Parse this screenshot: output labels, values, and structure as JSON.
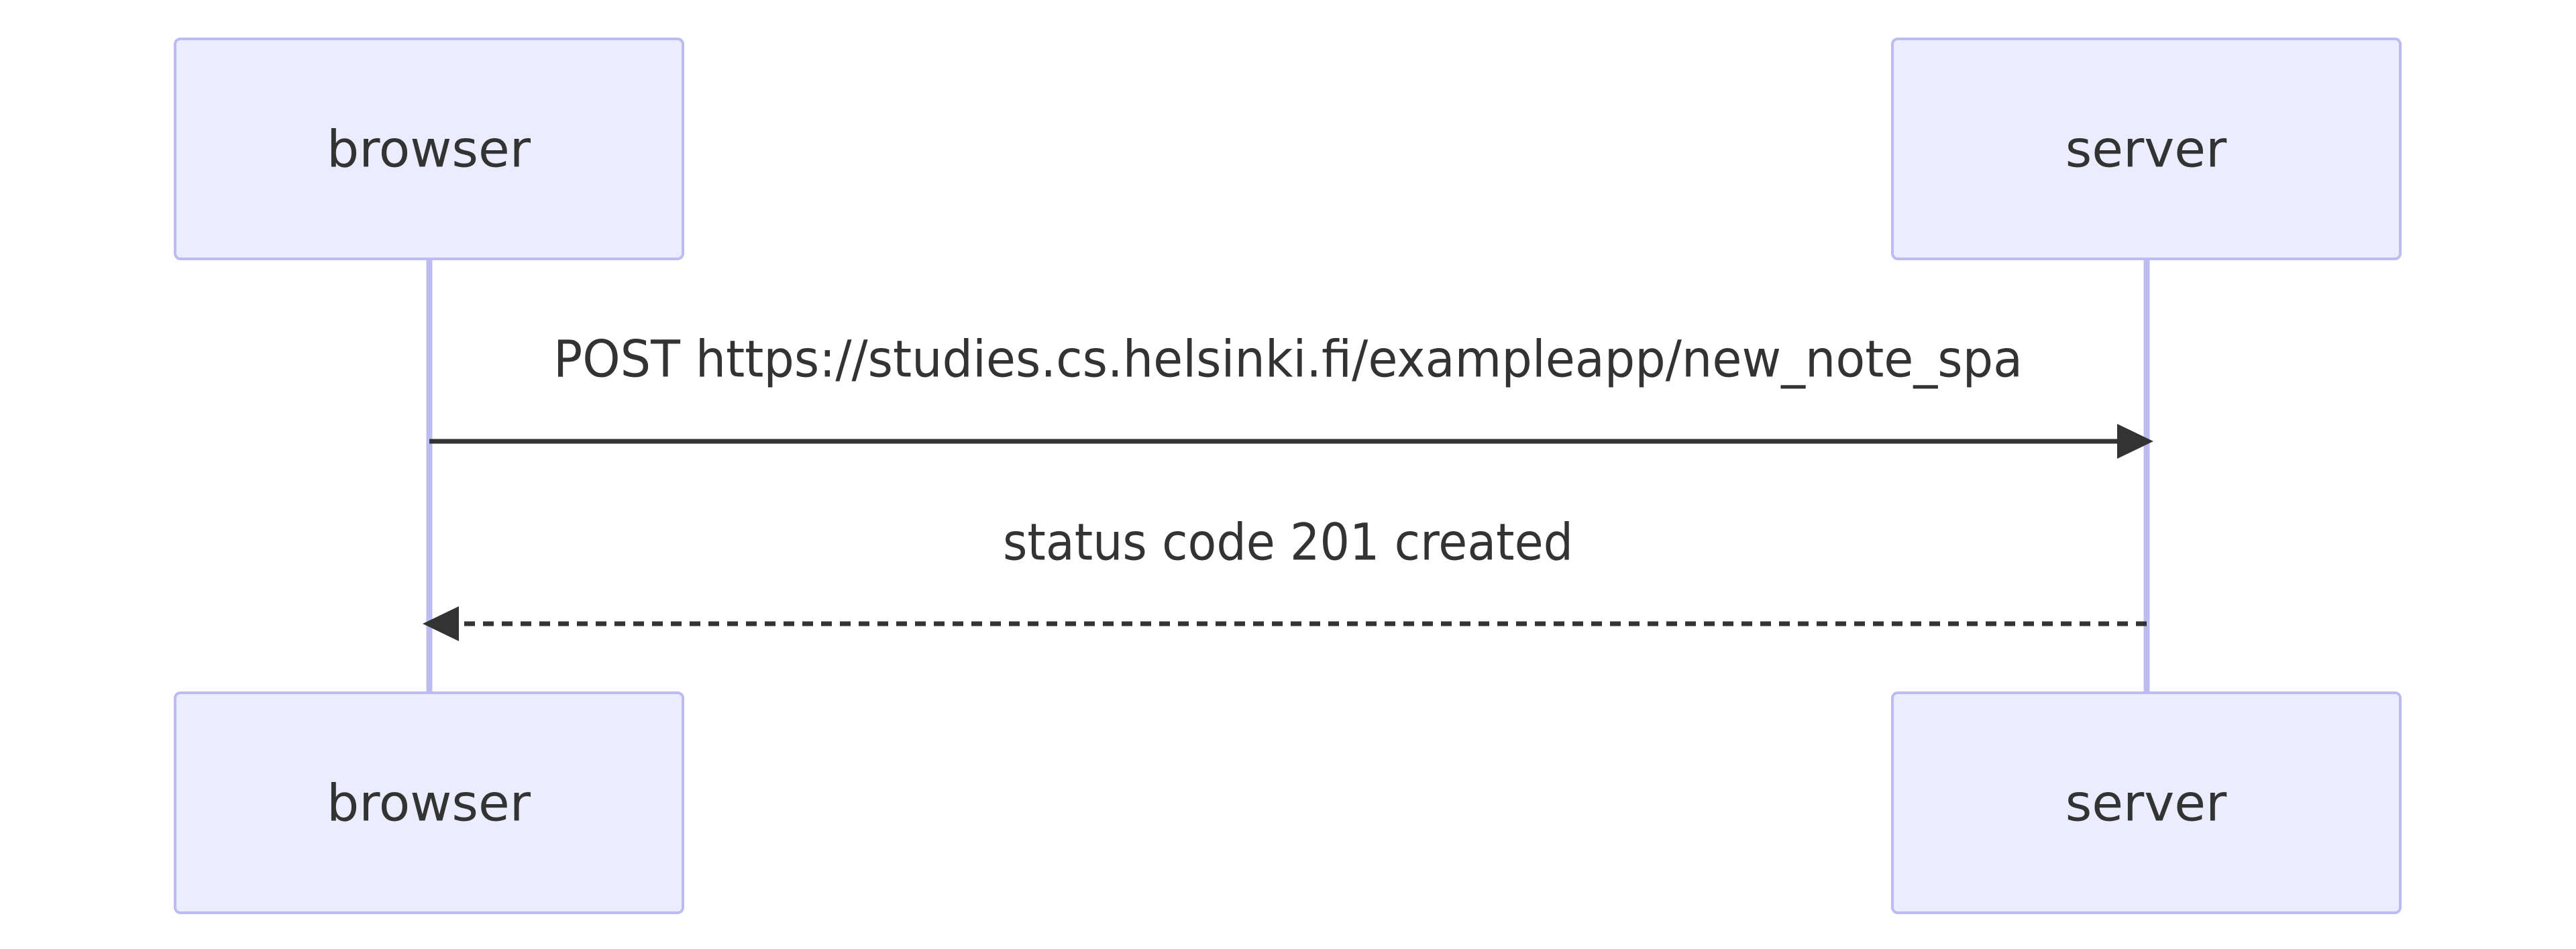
{
  "actors": {
    "browser": {
      "label": "browser"
    },
    "server": {
      "label": "server"
    }
  },
  "messages": [
    {
      "from": "browser",
      "to": "server",
      "text": "POST https://studies.cs.helsinki.fi/exampleapp/new_note_spa",
      "style": "solid"
    },
    {
      "from": "server",
      "to": "browser",
      "text": "status code 201 created",
      "style": "dashed"
    }
  ],
  "colors": {
    "actor_fill": "#ececff",
    "actor_border": "#bcbcf0",
    "lifeline": "#bcbcf0",
    "text": "#333333",
    "arrow": "#333333"
  }
}
